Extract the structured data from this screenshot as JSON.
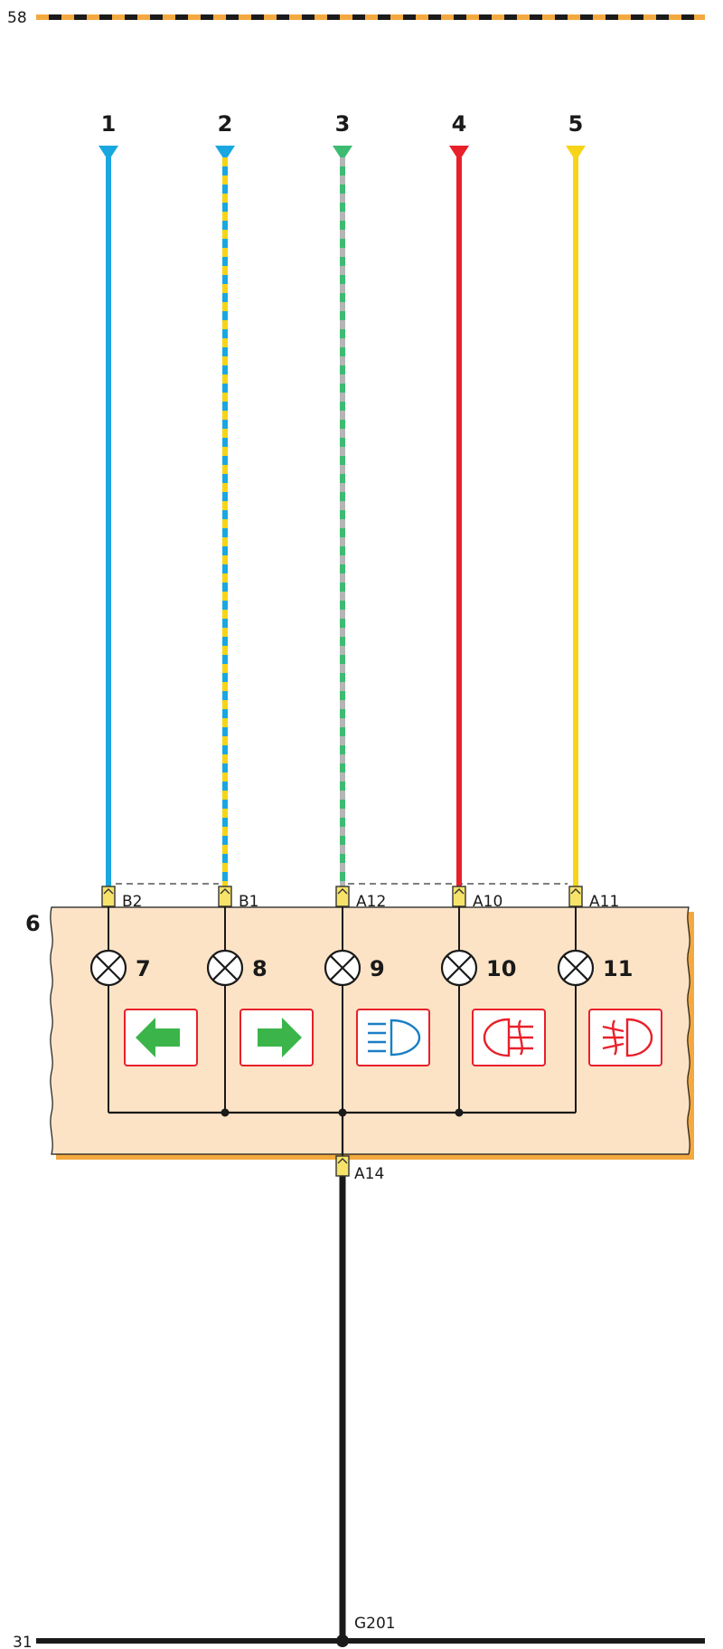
{
  "rails": {
    "top_label": "58",
    "bottom_label": "31",
    "top_colors": [
      "#1a1a1a",
      "#f3a93f"
    ],
    "bottom_color": "#1a1a1a"
  },
  "wires": [
    {
      "label": "1",
      "colors": [
        "#1aa7e0"
      ],
      "connector": "B2",
      "lamp": "7"
    },
    {
      "label": "2",
      "colors": [
        "#1aa7e0",
        "#f7d417"
      ],
      "connector": "B1",
      "lamp": "8"
    },
    {
      "label": "3",
      "colors": [
        "#3dbb72",
        "#b5b5b5"
      ],
      "connector": "A12",
      "lamp": "9"
    },
    {
      "label": "4",
      "colors": [
        "#e8202a"
      ],
      "connector": "A10",
      "lamp": "10"
    },
    {
      "label": "5",
      "colors": [
        "#f7d417"
      ],
      "connector": "A11",
      "lamp": "11"
    }
  ],
  "module": {
    "label": "6",
    "fill": "#fce3c6",
    "shadow": "#f3a93f",
    "ground_connector": "A14"
  },
  "indicators": [
    {
      "icon": "left-turn-arrow-icon",
      "color": "#3bb54a"
    },
    {
      "icon": "right-turn-arrow-icon",
      "color": "#3bb54a"
    },
    {
      "icon": "high-beam-icon",
      "color": "#1a7fc4"
    },
    {
      "icon": "rear-fog-lamp-icon",
      "color": "#e8202a"
    },
    {
      "icon": "front-fog-lamp-icon",
      "color": "#e8202a"
    }
  ],
  "ground": {
    "label": "G201",
    "color": "#1a1a1a"
  },
  "colors": {
    "connector_fill": "#f7e36a",
    "connector_stroke": "#333333",
    "indicator_border": "#e8202a",
    "line": "#1a1a1a"
  }
}
